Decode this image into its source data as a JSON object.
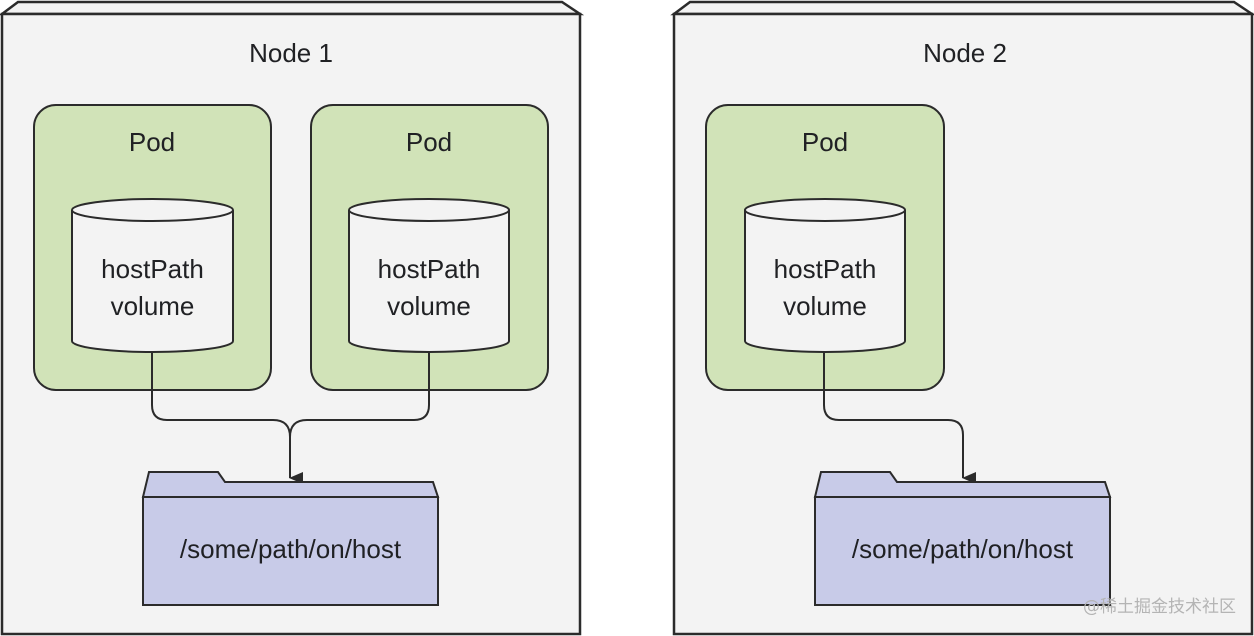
{
  "colors": {
    "node_fill": "#f3f3f3",
    "pod_fill": "#d1e3b8",
    "volume_fill": "#f3f3f3",
    "folder_fill": "#c8cbe8",
    "stroke": "#2b2b2b"
  },
  "nodes": [
    {
      "title": "Node 1",
      "pods": [
        {
          "title": "Pod",
          "volume_line1": "hostPath",
          "volume_line2": "volume"
        },
        {
          "title": "Pod",
          "volume_line1": "hostPath",
          "volume_line2": "volume"
        }
      ],
      "host_path": "/some/path/on/host"
    },
    {
      "title": "Node 2",
      "pods": [
        {
          "title": "Pod",
          "volume_line1": "hostPath",
          "volume_line2": "volume"
        }
      ],
      "host_path": "/some/path/on/host"
    }
  ],
  "watermark": "@稀土掘金技术社区"
}
